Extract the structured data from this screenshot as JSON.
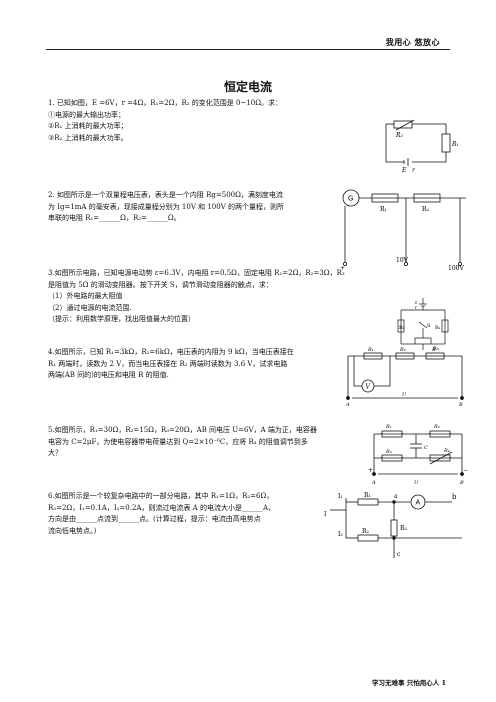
{
  "header": {
    "text": "我用心   悠放心"
  },
  "title": "恒定电流",
  "problems": [
    {
      "id": "p1",
      "lines": [
        "1. 已知如图，E =6V，r =4Ω，R₁=2Ω，R₂ 的变化范围是 0~10Ω。求：",
        "①电源的最大输出功率；",
        "②R₁ 上消耗的最大功率；",
        "③R₂ 上消耗的最大功率。"
      ]
    },
    {
      "id": "p2",
      "lines": [
        "2. 如图所示是一个双量程电压表，表头是一个内阻 Rg=500Ω，满刻度电流",
        "为 Ig=1mA 的毫安表，现接成量程分别为 10V 和 100V 的两个量程，则所",
        "串联的电阻 R₁=______Ω，R₂=______Ω。"
      ]
    },
    {
      "id": "p3",
      "lines": [
        "3.如图所示电路，已知电源电动势 ε=6.3V，内电阻 r=0.5Ω，固定电阻 R₁=2Ω，R₂=3Ω，R₃",
        "是阻值为 5Ω 的滑动变阻器。按下开关 S，调节滑动变阻器的触点，求：",
        "（1）外电路的最大阻值",
        "（2）通过电源的电流范围.",
        "（提示：利用数学原理，找出阻值最大的位置）"
      ]
    },
    {
      "id": "p4",
      "lines": [
        "4.如图所示，已知 R₁=3kΩ，R₂=6kΩ，电压表的内阻为 9 kΩ，当电压表接在",
        "R₁ 两端时，读数为 2 V，而当电压表接在 R₂ 两端时读数为 3.6 V，试求电路",
        "两端(AB 间的)的电压和电阻 R 的阻值."
      ]
    },
    {
      "id": "p5",
      "lines": [
        "5.如图所示，R₁=30Ω，R₂=15Ω，R₃=20Ω，AB 间电压 U=6V，A 端为正，电容器",
        "电容为 C=2μF，为使电容器带电荷量达到 Q=2×10⁻⁶C，应将 R₄ 的阻值调节到多",
        "大？"
      ]
    },
    {
      "id": "p6",
      "lines": [
        "6.如图所示是一个较复杂电路中的一部分电路，其中 R₁=1Ω，R₂=6Ω，",
        "R₃=2Ω，I₁=0.1A，I₂=0.2A，则流过电流表 A 的电流大小是______A，",
        "方向是由______点流到______点。(计算过程，提示：电流由高电势点",
        "流向低电势点。)"
      ]
    }
  ],
  "figures": {
    "fig1": {
      "labels": [
        "R₂",
        "R₁",
        "E",
        "r"
      ]
    },
    "fig2": {
      "labels": [
        "G",
        "R₁",
        "R₂",
        "+",
        "10V",
        "100V"
      ]
    },
    "fig3": {
      "labels": [
        "ε",
        "r",
        "R₂",
        "R₁",
        "S",
        "R₃"
      ]
    },
    "fig4": {
      "labels": [
        "R₁",
        "R₂",
        "R",
        "V",
        "A",
        "U",
        "B"
      ]
    },
    "fig5": {
      "labels": [
        "R₁",
        "R₂",
        "R₃",
        "C",
        "R₄",
        "+",
        "A",
        "U",
        "B",
        "−"
      ]
    },
    "fig6": {
      "labels": [
        "I₁",
        "R₁",
        "a",
        "A",
        "b",
        "I",
        "R₃",
        "I₂",
        "R₂",
        "c"
      ]
    }
  },
  "footer": {
    "text": "学习无难事  只怕用心人  1"
  }
}
